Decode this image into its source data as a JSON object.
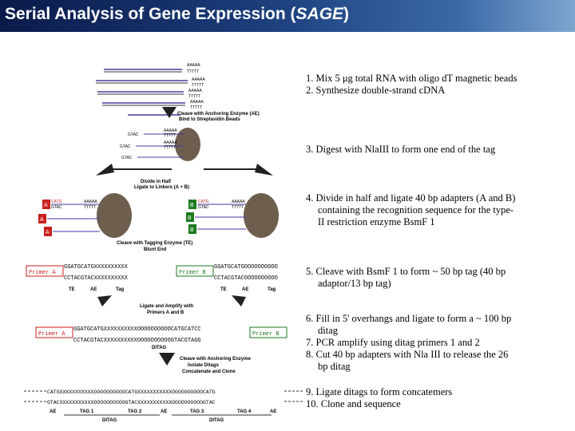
{
  "header": {
    "title_main": "Serial Analysis of Gene Expression (",
    "title_em": "SAGE",
    "title_end": ")"
  },
  "steps": {
    "s1": "1. Mix 5 μg total RNA with oligo dT magnetic beads",
    "s2": "2. Synthesize double-strand cDNA",
    "s3": "3. Digest with NlaIII to form one end of the tag",
    "s4a": "4. Divide in half and ligate 40 bp adapters (A and B)",
    "s4b": "containing the recognition sequence for the type-",
    "s4c": "II restriction enzyme BsmF 1",
    "s5a": "5. Cleave with BsmF 1 to form ~ 50 bp tag (40 bp",
    "s5b": "adaptor/13 bp tag)",
    "s6a": "6. Fill in 5' overhangs and ligate to form a ~ 100 bp",
    "s6b": "ditag",
    "s7": "7. PCR amplify using ditag primers 1 and 2",
    "s8a": "8. Cut 40 bp adapters with Nla III to release the 26",
    "s8b": "bp ditag",
    "s9": "9. Ligate ditags to form concatemers",
    "s10": "10. Clone and sequence"
  },
  "diagram": {
    "polyA": "AAAAA",
    "polyT": "TTTTT",
    "cleave_ae_1": "Cleave with Anchoring Enzyme (AE)",
    "cleave_ae_2": "Bind to Streptavidin Beads",
    "gtac": "GTAC",
    "catg": "CATG",
    "divide_1": "Divide in Half",
    "divide_2": "Ligate to Linkers (A + B)",
    "label_a": "A",
    "label_b": "B",
    "te_1": "Cleave with Tagging Enzyme (TE)",
    "te_2": "Blunt End",
    "primer_a": "Primer A",
    "primer_b": "Primer B",
    "seq_a_top": "GGATGCATGXXXXXXXXXX",
    "seq_a_bot": "CCTACGTACXXXXXXXXXX",
    "seq_b_top": "GGATGCATGOOOOOOOOOO",
    "seq_b_bot": "CCTACGTACOOOOOOOOOO",
    "te": "TE",
    "ae": "AE",
    "tag": "Tag",
    "ligate_1": "Ligate and Amplify with",
    "ligate_2": "Primers A and B",
    "ditag_top": "GGATGCATGXXXXXXXXXXOOOOOOOOOOCATGCATCC",
    "ditag_bot": "CCTACGTACXXXXXXXXXXOOOOOOOOOOGTACGTAGG",
    "ditag": "DITAG",
    "iso_1": "Cleave with Anchoring Enzyme",
    "iso_2": "Isolate Ditags",
    "iso_3": "Concatenate and Clone",
    "concat_top": "CATGXXXXXXXXXXXOOOOOOOOOOCATGXXXXXXXXXXXOOOOOOOOOOCATG",
    "concat_bot": "GTACXXXXXXXXXXXOOOOOOOOOOGTACXXXXXXXXXXXOOOOOOOOOOGTAC",
    "af": "AE",
    "tag1": "TAG 1",
    "tag2": "TAG 2",
    "tag3": "TAG 3",
    "tag4": "TAG 4"
  },
  "colors": {
    "header_dark": "#0a1a4a",
    "header_light": "#7fa6cf",
    "bead": "#6e5e4e",
    "red_box": "#c8201c",
    "green_box": "#1e7a1e",
    "arrow": "#222222"
  }
}
